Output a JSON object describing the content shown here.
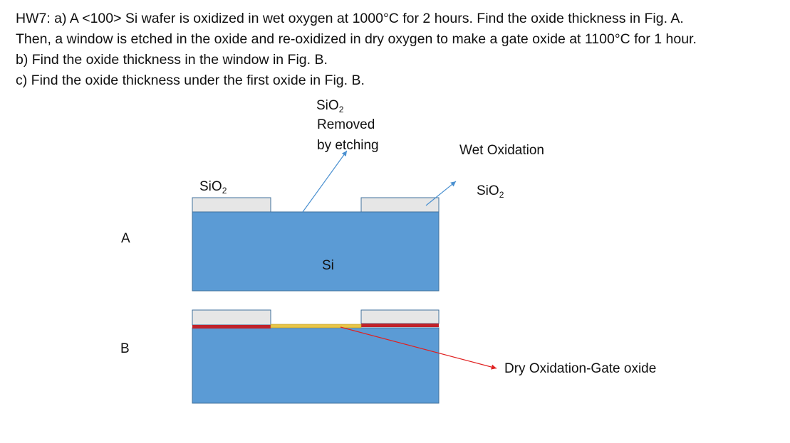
{
  "question": {
    "line1": "HW7: a) A <100> Si wafer is oxidized in wet oxygen at 1000°C for 2 hours. Find the oxide thickness in Fig. A.",
    "line2": "Then, a window is etched in the oxide and re-oxidized in dry oxygen to make a gate oxide at 1100°C for 1 hour.",
    "line3": "b) Find the oxide thickness in the window in Fig. B.",
    "line4": "c) Find the oxide thickness under the first oxide in Fig. B."
  },
  "figure": {
    "sio2_base": "SiO",
    "sio2_sub": "2",
    "removed_line1": "Removed",
    "removed_line2": "by etching",
    "wet_oxidation": "Wet Oxidation",
    "si_label": "Si",
    "fig_a_label": "A",
    "fig_b_label": "B",
    "dry_oxidation": "Dry Oxidation-Gate oxide"
  },
  "colors": {
    "silicon": "#5b9bd5",
    "oxide": "#e6e6e6",
    "dry_oxide_red": "#c0222a",
    "gate_oxide_yellow": "#e8c547",
    "blue_arrow": "#4a90d0",
    "red_arrow": "#e02020"
  }
}
